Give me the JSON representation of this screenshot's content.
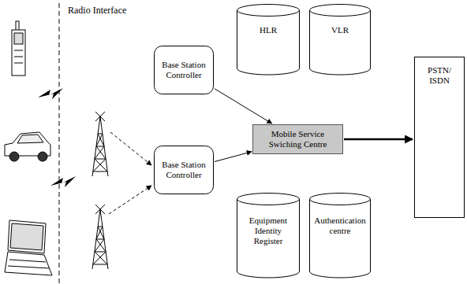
{
  "diagram": {
    "nodes": [
      {
        "text": [
          "HLR"
        ]
      },
      {
        "text": [
          "VLR"
        ]
      },
      {
        "text": [
          "Base Station Controller"
        ]
      },
      {
        "text": [
          "Mobile Service Swiching Centre"
        ]
      },
      {
        "text": [
          "PSTN/ ISDN"
        ]
      },
      {
        "text": [
          "Base Station Controller"
        ]
      },
      {
        "text": [
          "Equipment Identity Register"
        ]
      },
      {
        "text": [
          "Authentication centre"
        ]
      }
    ],
    "edges": [
      {
        "from": 2,
        "to": 3,
        "arrow": "to"
      },
      {
        "from": 5,
        "to": 3,
        "arrow": "to"
      },
      {
        "from": 3,
        "to": 4,
        "arrow": "to"
      }
    ],
    "labels": [
      "Radio Interface"
    ]
  }
}
